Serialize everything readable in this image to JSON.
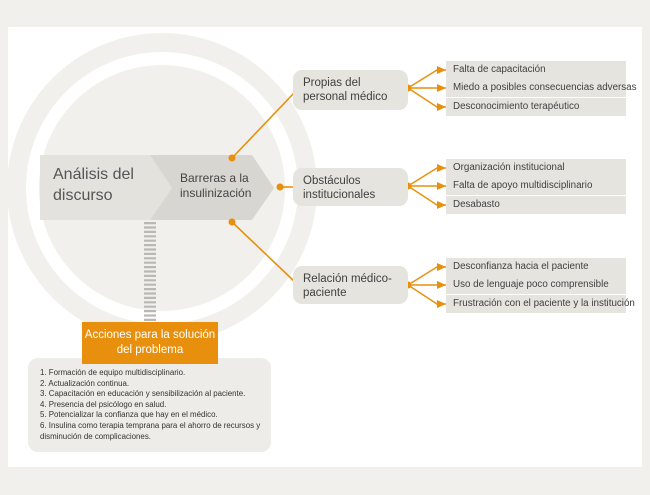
{
  "main": {
    "label": "Análisis del discurso"
  },
  "barrier": {
    "label": "Barreras a la insulinización"
  },
  "categories": [
    {
      "label": "Propias del personal médico",
      "items": [
        "Falta de capacitación",
        "Miedo a posibles consecuencias adversas",
        "Desconocimiento terapéutico"
      ]
    },
    {
      "label": "Obstáculos institucionales",
      "items": [
        "Organización institucional",
        "Falta de apoyo multidisciplinario",
        "Desabasto"
      ]
    },
    {
      "label": "Relación médico-paciente",
      "items": [
        "Desconfianza hacia el paciente",
        "Uso de lenguaje poco comprensible",
        "Frustración con el paciente y la institución"
      ]
    }
  ],
  "actions": {
    "title": "Acciones para la solución del problema",
    "items": [
      "1. Formación de equipo multidisciplinario.",
      "2. Actualización continua.",
      "3. Capacitación en educación y sensibilización al paciente.",
      "4. Presencia del psicólogo en salud.",
      "5. Potencializar la confianza que hay en el médico.",
      "6. Insulina como terapia temprana para el ahorro de recursos y disminución de complicaciones."
    ]
  },
  "colors": {
    "accent": "#e8900d",
    "box": "#e6e4df",
    "ring": "#efeeeb"
  }
}
